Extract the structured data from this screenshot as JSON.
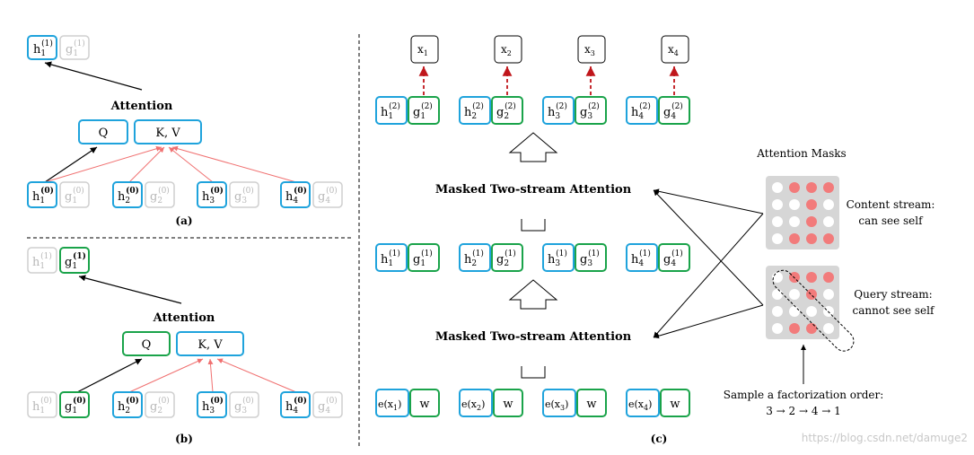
{
  "panel_a": {
    "label": "(a)",
    "attention": "Attention",
    "q": "Q",
    "kv": "K, V"
  },
  "panel_b": {
    "label": "(b)",
    "attention": "Attention",
    "q": "Q",
    "kv": "K, V"
  },
  "panel_c": {
    "label": "(c)",
    "outputs": [
      "x1",
      "x2",
      "x3",
      "x4"
    ],
    "mts_top": "Masked Two-stream Attention",
    "mts_bottom": "Masked Two-stream Attention",
    "inputs": [
      "e(x1)",
      "e(x2)",
      "e(x3)",
      "e(x4)"
    ],
    "w": "w"
  },
  "masks": {
    "title": "Attention Masks",
    "content_line1": "Content stream:",
    "content_line2": "can see self",
    "query_line1": "Query stream:",
    "query_line2": "cannot see self",
    "order_line1": "Sample a factorization order:",
    "order_line2": "3 → 2 → 4 → 1",
    "content_grid": [
      [
        0,
        1,
        1,
        1
      ],
      [
        0,
        0,
        1,
        0
      ],
      [
        0,
        0,
        1,
        0
      ],
      [
        0,
        1,
        1,
        1
      ]
    ],
    "query_grid": [
      [
        0,
        1,
        1,
        1
      ],
      [
        0,
        0,
        1,
        0
      ],
      [
        0,
        0,
        0,
        0
      ],
      [
        0,
        1,
        1,
        0
      ]
    ]
  },
  "watermark": "https://blog.csdn.net/damuge2",
  "colors": {
    "blue": "#1fa3dc",
    "green": "#1aa34a",
    "gray": "#b8b8b8",
    "red_arrow": "#f07070",
    "dashed_red": "#c0161b",
    "mask_bg": "#d6d6d6",
    "mask_dot": "#f27b7b"
  }
}
